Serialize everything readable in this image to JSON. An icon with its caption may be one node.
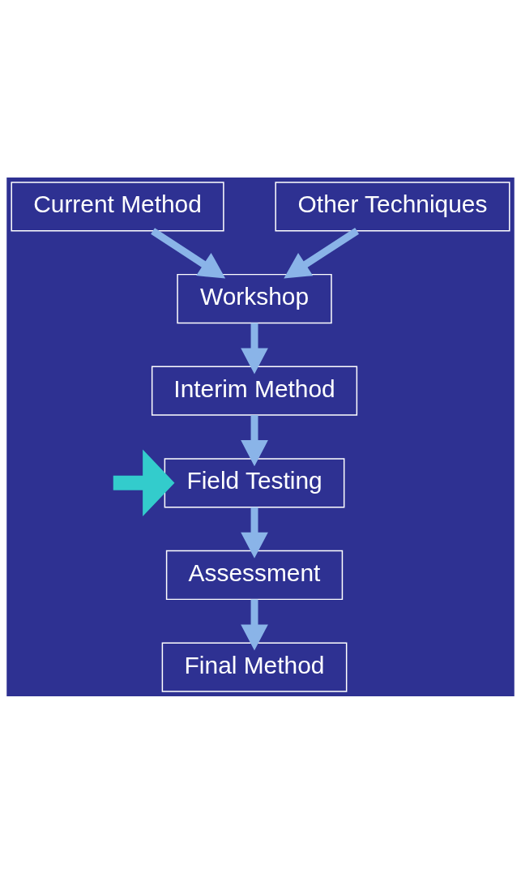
{
  "diagram": {
    "nodes": [
      {
        "text": [
          "Current Method"
        ]
      },
      {
        "text": [
          "Other Techniques"
        ]
      },
      {
        "text": [
          "Workshop"
        ]
      },
      {
        "text": [
          "Interim Method"
        ]
      },
      {
        "text": [
          "Field Testing"
        ]
      },
      {
        "text": [
          "Assessment"
        ]
      },
      {
        "text": [
          "Final Method"
        ]
      }
    ],
    "edges": [
      {
        "from": 0,
        "to": 2,
        "arrow": "to"
      },
      {
        "from": 1,
        "to": 2,
        "arrow": "to"
      },
      {
        "from": 2,
        "to": 3,
        "arrow": "to"
      },
      {
        "from": 3,
        "to": 4,
        "arrow": "to"
      },
      {
        "from": 4,
        "to": 5,
        "arrow": "to"
      },
      {
        "from": 5,
        "to": 6,
        "arrow": "to"
      },
      {
        "from": null,
        "to": 4,
        "arrow": "to",
        "style": "thick",
        "color": "#33cccc"
      }
    ]
  }
}
